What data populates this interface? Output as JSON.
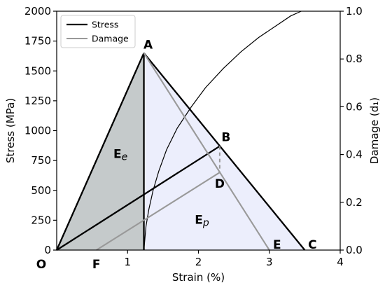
{
  "chart_data": {
    "type": "line",
    "xlabel": "Strain (%)",
    "ylabel_left": "Stress (MPa)",
    "ylabel_right": "Damage (d₁)",
    "xlim": [
      0,
      4
    ],
    "ylim_left": [
      0,
      2000
    ],
    "ylim_right": [
      0,
      1.0
    ],
    "x_ticks": [
      "1",
      "2",
      "3",
      "4"
    ],
    "y_left_ticks": [
      "0",
      "250",
      "500",
      "750",
      "1000",
      "1250",
      "1500",
      "1750",
      "2000"
    ],
    "y_right_ticks": [
      "0.0",
      "0.2",
      "0.4",
      "0.6",
      "0.8",
      "1.0"
    ],
    "grid": false,
    "legend": {
      "placement": "top-left",
      "entries": [
        {
          "label": "Stress",
          "color": "#000000"
        },
        {
          "label": "Damage",
          "color": "#999999"
        }
      ]
    },
    "points": {
      "O": {
        "label": "O",
        "x": 0.0,
        "y": 0
      },
      "A": {
        "label": "A",
        "x": 1.23,
        "y": 1650
      },
      "B": {
        "label": "B",
        "x": 2.3,
        "y": 870
      },
      "C": {
        "label": "C",
        "x": 3.5,
        "y": 0
      },
      "D": {
        "label": "D",
        "x": 2.3,
        "y": 650
      },
      "E": {
        "label": "E",
        "x": 3.0,
        "y": 0
      },
      "F": {
        "label": "F",
        "x": 0.56,
        "y": 0
      },
      "P": {
        "x": 1.23,
        "y": 0
      }
    },
    "regions": {
      "elastic": {
        "label_main": "E",
        "label_sub": "e",
        "fill": "#c5cacb",
        "x": 0.9,
        "y": 770
      },
      "plastic": {
        "label_main": "E",
        "label_sub": "p",
        "fill": "#eceefc",
        "x": 2.05,
        "y": 220
      }
    },
    "damage_curve": {
      "color": "#000000",
      "x": [
        1.23,
        1.26,
        1.3,
        1.36,
        1.44,
        1.55,
        1.7,
        1.9,
        2.1,
        2.35,
        2.6,
        2.85,
        3.1,
        3.3,
        3.45
      ],
      "y": [
        0.0,
        0.1,
        0.17,
        0.25,
        0.33,
        0.42,
        0.51,
        0.6,
        0.68,
        0.76,
        0.83,
        0.89,
        0.94,
        0.98,
        1.0
      ]
    },
    "colors": {
      "stress": "#000000",
      "damage": "#999999",
      "elastic_fill": "#c5cacb",
      "plastic_fill": "#eceefc"
    }
  }
}
